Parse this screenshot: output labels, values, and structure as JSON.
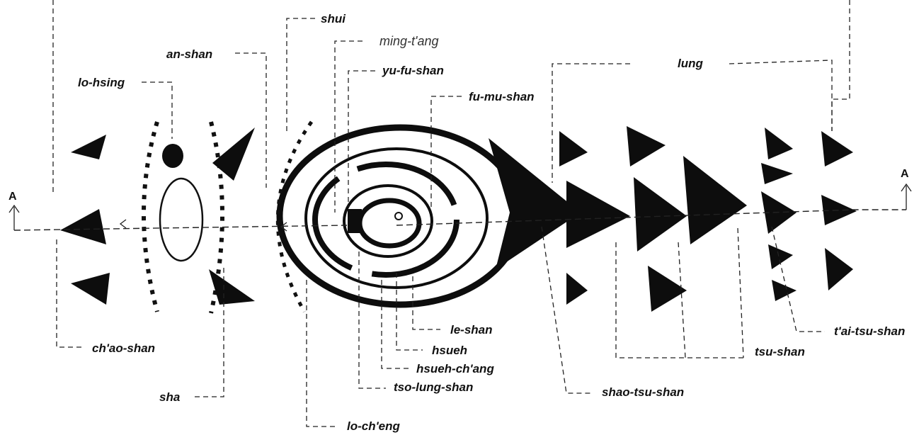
{
  "markers": [
    "A",
    "A"
  ],
  "labels": {
    "shui": "shui",
    "ming_tang": "ming-t'ang",
    "an_shan": "an-shan",
    "yu_fu_shan": "yu-fu-shan",
    "lung": "lung",
    "lo_hsing": "lo-hsing",
    "fu_mu_shan": "fu-mu-shan",
    "le_shan": "le-shan",
    "tai_tsu_shan": "t'ai-tsu-shan",
    "chao_shan": "ch'ao-shan",
    "hsueh": "hsueh",
    "tsu_shan": "tsu-shan",
    "hsueh_chang": "hsueh-ch'ang",
    "tso_lung_shan": "tso-lung-shan",
    "shao_tsu_shan": "shao-tsu-shan",
    "sha": "sha",
    "lo_cheng": "lo-ch'eng"
  }
}
